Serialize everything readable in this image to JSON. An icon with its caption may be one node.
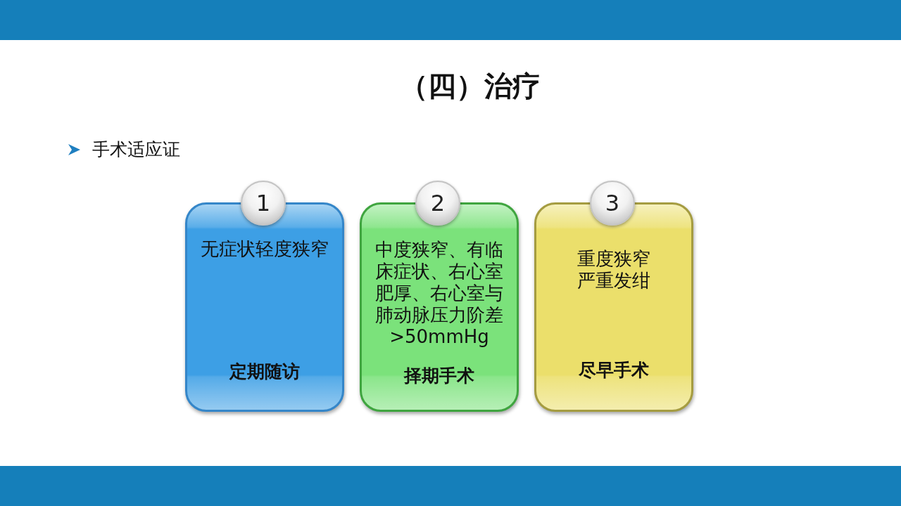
{
  "diagram": {
    "title": "（四）治疗",
    "nodes": [
      {
        "text": [
          "1"
        ]
      },
      {
        "text": [
          "无症状轻度狭窄",
          "定期随访"
        ]
      },
      {
        "text": [
          "2"
        ]
      },
      {
        "text": [
          "中度狭窄、有临床症状、右心室肥厚、右心室与肺动脉压力阶差>50mmHg",
          "择期手术"
        ]
      },
      {
        "text": [
          "3"
        ]
      },
      {
        "text": [
          "重度狭窄",
          "严重发绀",
          "尽早手术"
        ]
      }
    ],
    "labels": [
      "手术适应证"
    ]
  }
}
